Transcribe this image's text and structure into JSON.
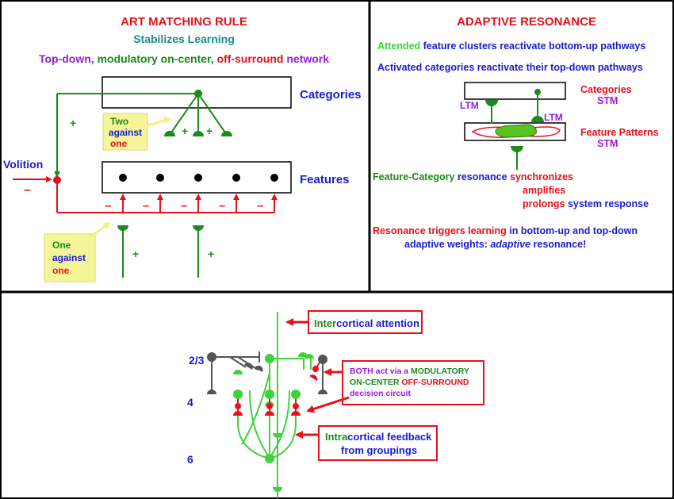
{
  "colors": {
    "red": "#e8101a",
    "green": "#1c8a1c",
    "bright_green": "#3fd23a",
    "blue": "#1a1ad6",
    "purple": "#9a1ae0",
    "teal": "#1a8a8a",
    "gray": "#555555",
    "callout_yellow": "#f5f59a",
    "feature_blob": "#58c420"
  },
  "art_matching": {
    "title": "ART MATCHING RULE",
    "subtitle": "Stabilizes Learning",
    "network_line": {
      "part1": "Top-down, ",
      "part2": "modulatory on-center, ",
      "part3": "off-surround ",
      "part4": "network"
    },
    "categories_label": "Categories",
    "features_label": "Features",
    "volition_label": "Volition",
    "two_against_one": {
      "line1": "Two",
      "line2": "against",
      "line3": "one"
    },
    "one_against_one": {
      "line1": "One",
      "line2": "against",
      "line3": "one"
    },
    "plus": "+",
    "minus": "–"
  },
  "adaptive_resonance": {
    "title": "ADAPTIVE RESONANCE",
    "line1": {
      "part1": "Attended ",
      "part2": "feature clusters reactivate bottom-up pathways"
    },
    "line2": "Activated categories reactivate their top-down pathways",
    "categories": "Categories",
    "stm": "STM",
    "ltm": "LTM",
    "feature_patterns": "Feature Patterns",
    "resonance": {
      "part1": "Feature-Category ",
      "part2": "resonance ",
      "part3": "synchronizes",
      "part4": "amplifies",
      "part5": "prolongs ",
      "part6": "system response"
    },
    "learning": {
      "part1": "Resonance triggers learning ",
      "part2": "in bottom-up and top-down",
      "part3": "adaptive weights: ",
      "part4": "adaptive",
      "part5": " resonance!"
    }
  },
  "laminar": {
    "intercortical": {
      "part1": "Inter",
      "part2": "cortical attention"
    },
    "layers": [
      "2/3",
      "4",
      "6"
    ],
    "both_act": {
      "p1": "BOTH act via a ",
      "p2": "MODULATORY",
      "p3": "ON-CENTER ",
      "p4": "OFF-SURROUND",
      "p5": "decision circuit"
    },
    "intracortical": {
      "part1": "Intra",
      "part2": "cortical feedback",
      "part3": "from groupings"
    }
  }
}
